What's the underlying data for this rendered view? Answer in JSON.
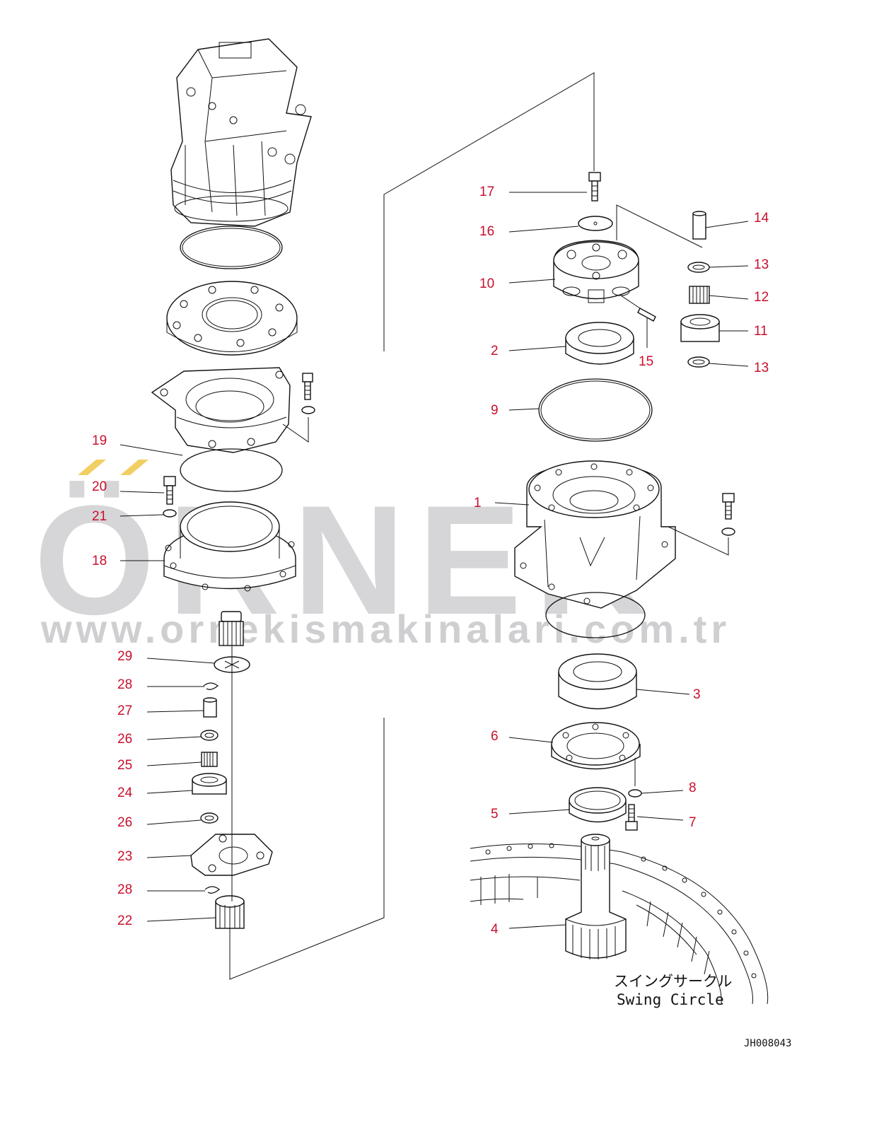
{
  "watermark": {
    "brand": "ÖRNEK",
    "url": "www.ornekismakinalari.com.tr",
    "accent_color": "#f2cf63",
    "text_color": "#d6d6d8"
  },
  "label_color": "#c8102e",
  "callouts": [
    {
      "id": "c17",
      "text": "17"
    },
    {
      "id": "c16",
      "text": "16"
    },
    {
      "id": "c10",
      "text": "10"
    },
    {
      "id": "c14",
      "text": "14"
    },
    {
      "id": "c13a",
      "text": "13"
    },
    {
      "id": "c12",
      "text": "12"
    },
    {
      "id": "c11",
      "text": "11"
    },
    {
      "id": "c13b",
      "text": "13"
    },
    {
      "id": "c15",
      "text": "15"
    },
    {
      "id": "c2",
      "text": "2"
    },
    {
      "id": "c9",
      "text": "9"
    },
    {
      "id": "c1",
      "text": "1"
    },
    {
      "id": "c3",
      "text": "3"
    },
    {
      "id": "c6",
      "text": "6"
    },
    {
      "id": "c8",
      "text": "8"
    },
    {
      "id": "c5",
      "text": "5"
    },
    {
      "id": "c7",
      "text": "7"
    },
    {
      "id": "c4",
      "text": "4"
    },
    {
      "id": "c19",
      "text": "19"
    },
    {
      "id": "c20",
      "text": "20"
    },
    {
      "id": "c21",
      "text": "21"
    },
    {
      "id": "c18",
      "text": "18"
    },
    {
      "id": "c29",
      "text": "29"
    },
    {
      "id": "c28a",
      "text": "28"
    },
    {
      "id": "c27",
      "text": "27"
    },
    {
      "id": "c26a",
      "text": "26"
    },
    {
      "id": "c25",
      "text": "25"
    },
    {
      "id": "c24",
      "text": "24"
    },
    {
      "id": "c26b",
      "text": "26"
    },
    {
      "id": "c23",
      "text": "23"
    },
    {
      "id": "c28b",
      "text": "28"
    },
    {
      "id": "c22",
      "text": "22"
    }
  ],
  "swing_circle": {
    "label_jp": "スイングサークル",
    "label_en": "Swing Circle"
  },
  "drawing_code": "JH008043"
}
